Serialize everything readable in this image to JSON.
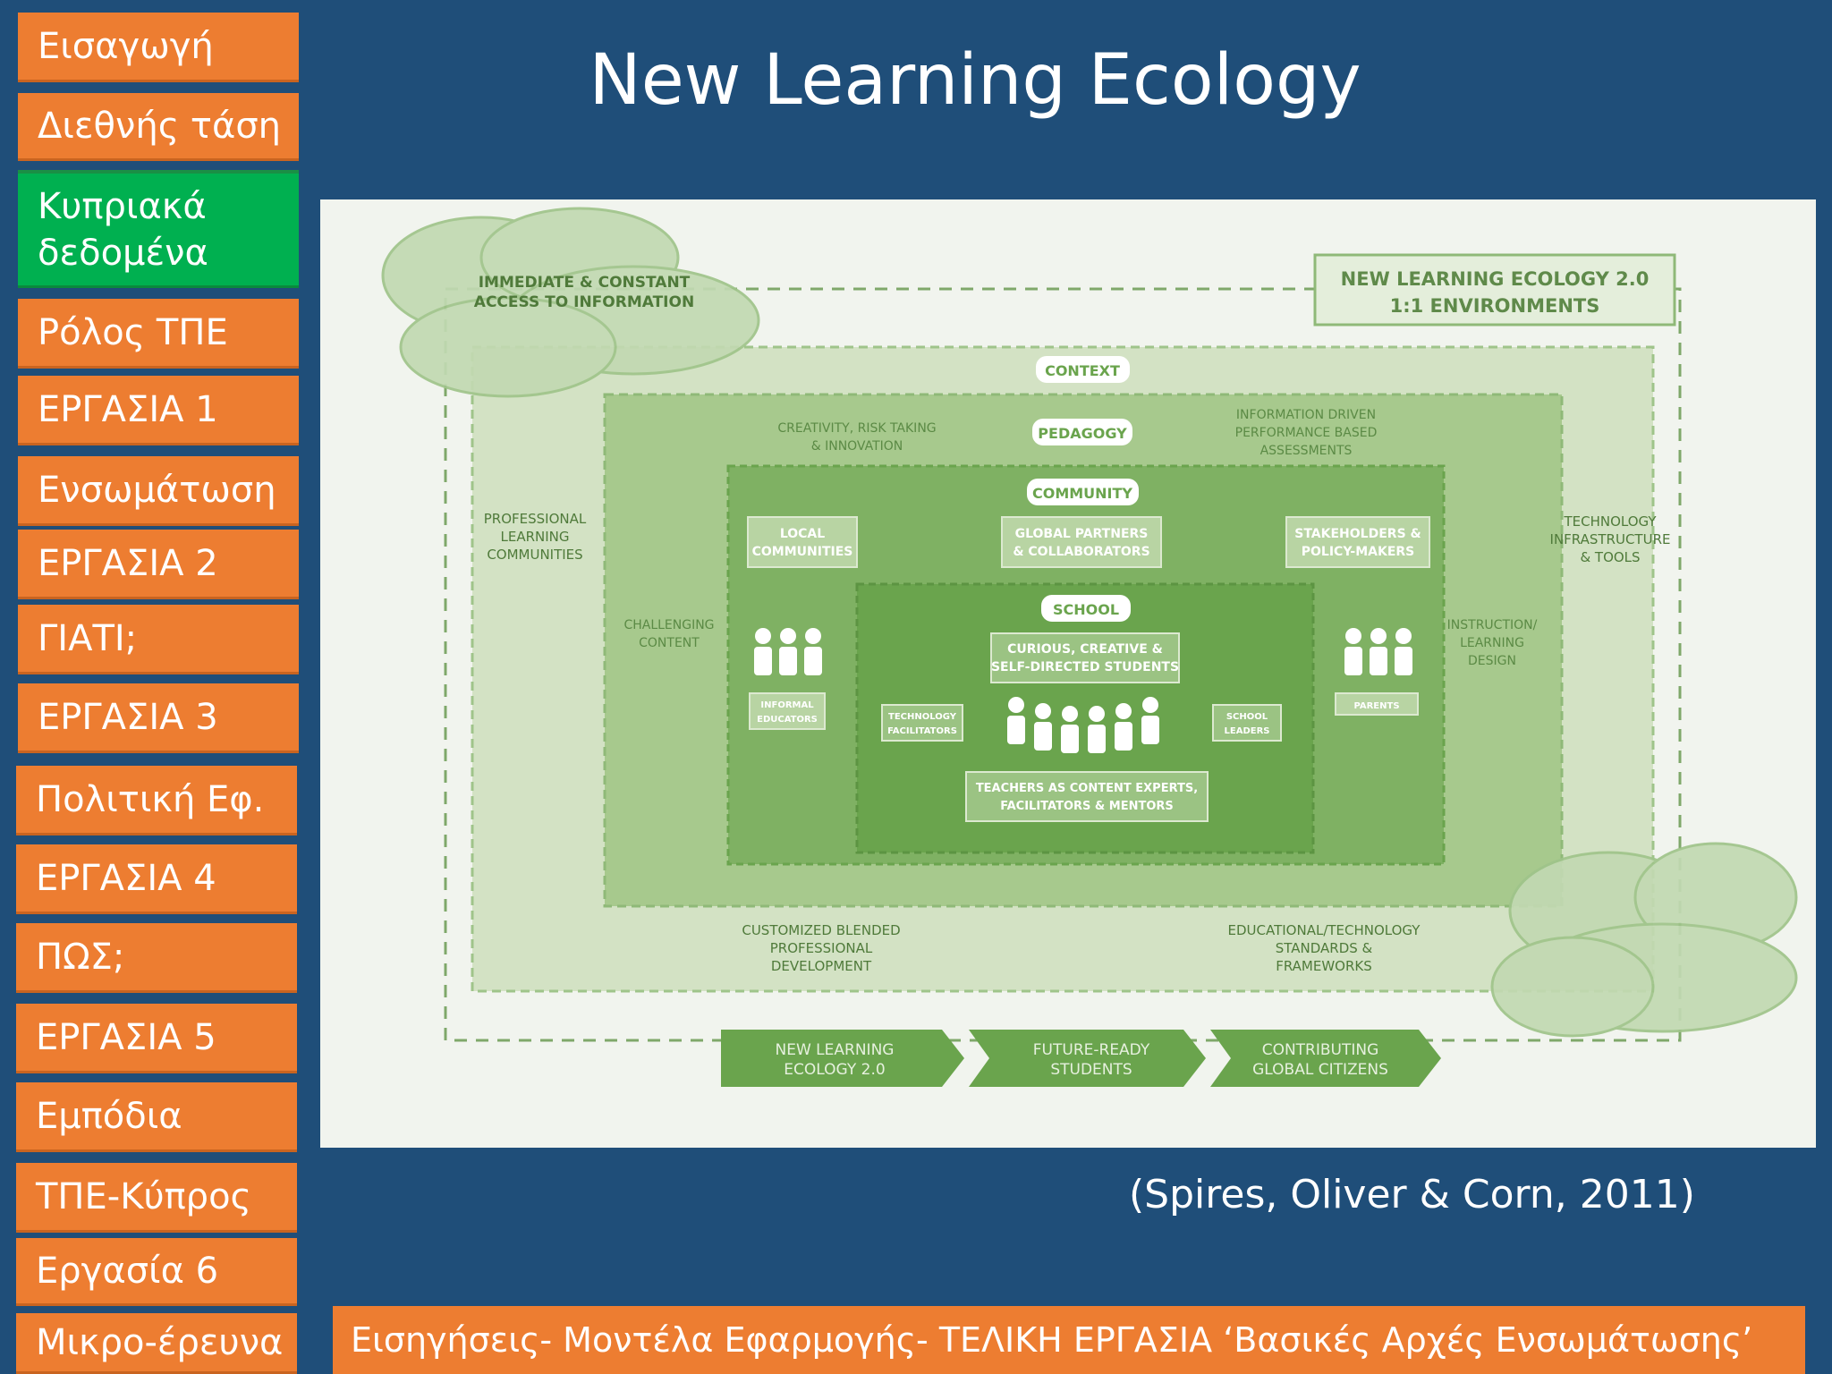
{
  "sidebar": {
    "items": [
      {
        "label": "Εισαγωγή"
      },
      {
        "label": "Διεθνής τάση"
      },
      {
        "label": "Κυπριακά δεδομένα"
      },
      {
        "label": "Ρόλος ΤΠΕ"
      },
      {
        "label": "ΕΡΓΑΣΙΑ 1"
      },
      {
        "label": "Ενσωμάτωση"
      },
      {
        "label": "ΕΡΓΑΣΙΑ 2"
      },
      {
        "label": "ΓΙΑΤΙ;"
      },
      {
        "label": "ΕΡΓΑΣΙΑ 3"
      },
      {
        "label": "Πολιτική Εφ."
      },
      {
        "label": "ΕΡΓΑΣΙΑ 4"
      },
      {
        "label": "ΠΩΣ;"
      },
      {
        "label": "ΕΡΓΑΣΙΑ 5"
      },
      {
        "label": "Εμπόδια"
      },
      {
        "label": "ΤΠΕ-Κύπρος"
      },
      {
        "label": "Εργασία 6"
      },
      {
        "label": "Μικρο-έρευνα"
      }
    ],
    "active_label": "Κυπριακά δεδομένα"
  },
  "slide": {
    "title": "New Learning Ecology",
    "citation": "(Spires, Oliver & Corn, 2011)",
    "footer": "Εισηγήσεις- Μοντέλα Εφαρμογής-  ΤΕΛΙΚΗ ΕΡΓΑΣΙΑ ‘Βασικές Αρχές Ενσωμάτωσης’"
  },
  "figure": {
    "header_box": [
      "NEW LEARNING ECOLOGY 2.0",
      "1:1 ENVIRONMENTS"
    ],
    "cloud_top": [
      "IMMEDIATE & CONSTANT",
      "ACCESS TO INFORMATION"
    ],
    "labels": {
      "context": "CONTEXT",
      "pedagogy": "PEDAGOGY",
      "community": "COMMUNITY",
      "school": "SCHOOL"
    },
    "outer": {
      "left": [
        "PROFESSIONAL",
        "LEARNING",
        "COMMUNITIES"
      ],
      "right": [
        "TECHNOLOGY",
        "INFRASTRUCTURE",
        "& TOOLS"
      ],
      "bottom_left": [
        "CUSTOMIZED BLENDED",
        "PROFESSIONAL",
        "DEVELOPMENT"
      ],
      "bottom_right": [
        "EDUCATIONAL/TECHNOLOGY",
        "STANDARDS &",
        "FRAMEWORKS"
      ]
    },
    "pedagogy_ring": {
      "top_left": [
        "CREATIVITY, RISK TAKING",
        "& INNOVATION"
      ],
      "top_right": [
        "INFORMATION DRIVEN",
        "PERFORMANCE BASED",
        "ASSESSMENTS"
      ],
      "left": [
        "CHALLENGING",
        "CONTENT"
      ],
      "right": [
        "INSTRUCTION/",
        "LEARNING",
        "DESIGN"
      ]
    },
    "community_ring": {
      "local": [
        "LOCAL",
        "COMMUNITIES"
      ],
      "global": [
        "GLOBAL PARTNERS",
        "& COLLABORATORS"
      ],
      "stakeholders": [
        "STAKEHOLDERS &",
        "POLICY-MAKERS"
      ],
      "informal": [
        "INFORMAL",
        "EDUCATORS"
      ],
      "parents": "PARENTS"
    },
    "school_ring": {
      "students": [
        "CURIOUS, CREATIVE &",
        "SELF-DIRECTED STUDENTS"
      ],
      "teachers": [
        "TEACHERS AS CONTENT EXPERTS,",
        "FACILITATORS & MENTORS"
      ],
      "tech": [
        "TECHNOLOGY",
        "FACILITATORS"
      ],
      "leaders": [
        "SCHOOL",
        "LEADERS"
      ]
    },
    "arrows": [
      [
        "NEW LEARNING",
        "ECOLOGY 2.0"
      ],
      [
        "FUTURE-READY",
        "STUDENTS"
      ],
      [
        "CONTRIBUTING",
        "GLOBAL CITIZENS"
      ]
    ],
    "colors": {
      "light": "#d3e2c4",
      "mid": "#a7c98d",
      "dark": "#7fb163",
      "darker": "#6aa44d",
      "text": "#4f7a3a"
    }
  }
}
